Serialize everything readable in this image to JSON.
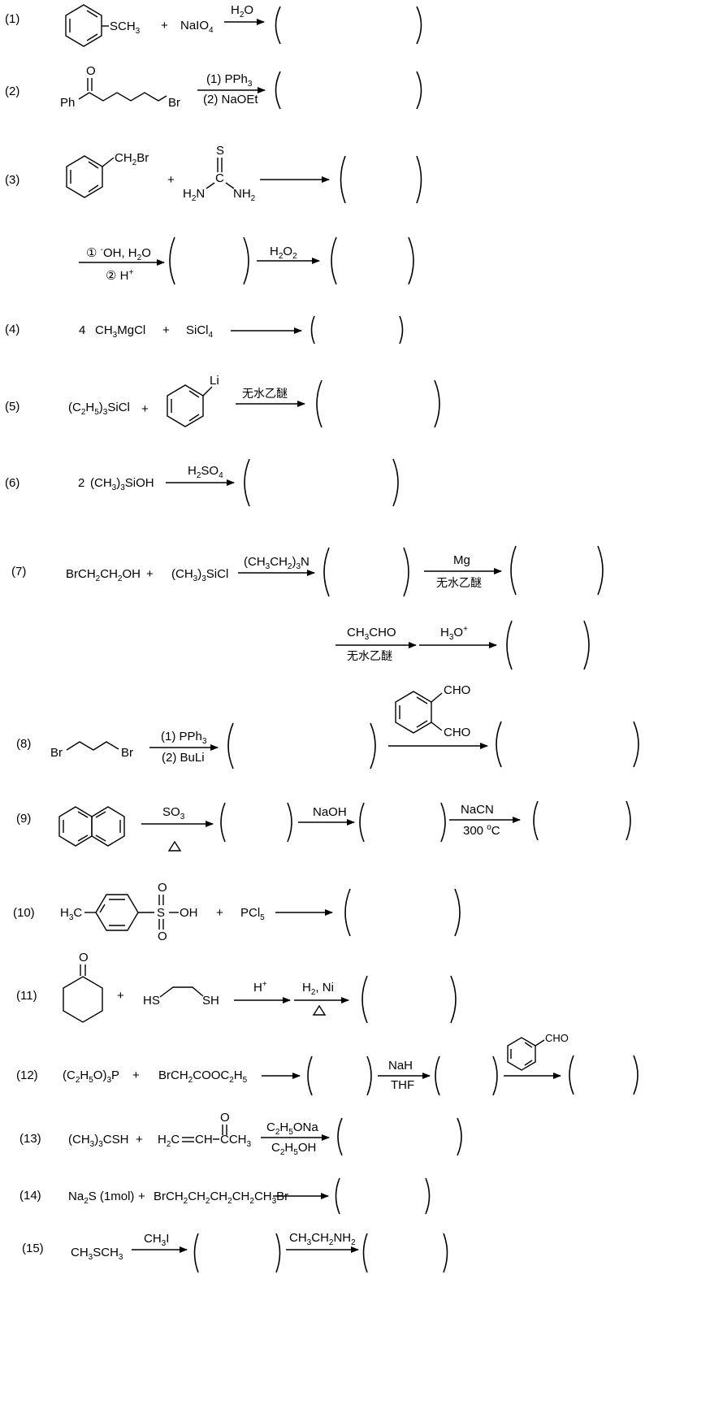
{
  "reactions": {
    "r1": {
      "num": "(1)",
      "sub": "SCH",
      "sub3": "3",
      "plus": "+",
      "reagent": "NaIO",
      "reagent_sub": "4",
      "cond": "H",
      "cond_sub": "2",
      "cond_tail": "O"
    },
    "r2": {
      "num": "(2)",
      "o": "O",
      "ph": "Ph",
      "br": "Br",
      "cond1": "(1) PPh",
      "cond1_sub": "3",
      "cond2": "(2) NaOEt"
    },
    "r3": {
      "num": "(3)",
      "ch2br_a": "CH",
      "ch2br_sub": "2",
      "ch2br_b": "Br",
      "plus": "+",
      "s": "S",
      "c": "C",
      "h2n_a": "H",
      "h2n_sub": "2",
      "h2n_b": "N",
      "nh2_a": "NH",
      "nh2_sub": "2",
      "cond1": "① ",
      "cond1_sup": "-",
      "cond1_b": "OH, H",
      "cond1_sub": "2",
      "cond1_c": "O",
      "cond2": "② H",
      "cond2_sup": "+",
      "cond3": "H",
      "cond3_sub1": "2",
      "cond3_mid": "O",
      "cond3_sub2": "2"
    },
    "r4": {
      "num": "(4)",
      "coef": "4",
      "reagent": "CH",
      "reagent_sub": "3",
      "reagent_tail": "MgCl",
      "plus": "+",
      "reagent2": "SiCl",
      "reagent2_sub": "4"
    },
    "r5": {
      "num": "(5)",
      "reagent_a": "(C",
      "reagent_sub1": "2",
      "reagent_b": "H",
      "reagent_sub2": "5",
      "reagent_c": ")",
      "reagent_sub3": "3",
      "reagent_d": "SiCl",
      "plus": "+",
      "li": "Li",
      "cond": "无水乙醚"
    },
    "r6": {
      "num": "(6)",
      "coef": "2",
      "reagent_a": "(CH",
      "reagent_sub1": "3",
      "reagent_b": ")",
      "reagent_sub2": "3",
      "reagent_c": "SiOH",
      "cond": "H",
      "cond_sub": "2",
      "cond_b": "SO",
      "cond_sub2": "4"
    },
    "r7": {
      "num": "(7)",
      "reagent1_a": "BrCH",
      "reagent1_sub1": "2",
      "reagent1_b": "CH",
      "reagent1_sub2": "2",
      "reagent1_c": "OH",
      "plus": "+",
      "reagent2_a": "(CH",
      "reagent2_sub1": "3",
      "reagent2_b": ")",
      "reagent2_sub2": "3",
      "reagent2_c": "SiCl",
      "cond1_a": "(CH",
      "cond1_sub1": "3",
      "cond1_b": "CH",
      "cond1_sub2": "2",
      "cond1_c": ")",
      "cond1_sub3": "3",
      "cond1_d": "N",
      "cond2": "Mg",
      "cond3": "无水乙醚",
      "cond4_a": "CH",
      "cond4_sub": "3",
      "cond4_b": "CHO",
      "cond5": "无水乙醚",
      "cond6_a": "H",
      "cond6_sub": "3",
      "cond6_b": "O",
      "cond6_sup": "+"
    },
    "r8": {
      "num": "(8)",
      "br1": "Br",
      "br2": "Br",
      "cond1": "(1) PPh",
      "cond1_sub": "3",
      "cond2": "(2) BuLi",
      "cho1": "CHO",
      "cho2": "CHO"
    },
    "r9": {
      "num": "(9)",
      "cond1_a": "SO",
      "cond1_sub": "3",
      "cond2": "NaOH",
      "cond3": "NaCN",
      "cond4": "300 ",
      "cond4_sup": "o",
      "cond4_b": "C"
    },
    "r10": {
      "num": "(10)",
      "h3c_a": "H",
      "h3c_sub": "3",
      "h3c_b": "C",
      "o1": "O",
      "o2": "O",
      "s": "S",
      "oh": "OH",
      "plus": "+",
      "reagent": "PCl",
      "reagent_sub": "5"
    },
    "r11": {
      "num": "(11)",
      "o": "O",
      "plus": "+",
      "hs": "HS",
      "sh": "SH",
      "cond1": "H",
      "cond1_sup": "+",
      "cond2_a": "H",
      "cond2_sub": "2",
      "cond2_b": ", Ni"
    },
    "r12": {
      "num": "(12)",
      "reagent1_a": "(C",
      "reagent1_sub1": "2",
      "reagent1_b": "H",
      "reagent1_sub2": "5",
      "reagent1_c": "O)",
      "reagent1_sub3": "3",
      "reagent1_d": "P",
      "plus": "+",
      "reagent2_a": "BrCH",
      "reagent2_sub1": "2",
      "reagent2_b": "COOC",
      "reagent2_sub2": "2",
      "reagent2_c": "H",
      "reagent2_sub3": "5",
      "cond1": "NaH",
      "cond2": "THF",
      "cho": "CHO"
    },
    "r13": {
      "num": "(13)",
      "reagent1_a": "(CH",
      "reagent1_sub1": "3",
      "reagent1_b": ")",
      "reagent1_sub2": "3",
      "reagent1_c": "CSH",
      "plus": "+",
      "o": "O",
      "h2c_a": "H",
      "h2c_sub": "2",
      "h2c_b": "C",
      "ch": "CH",
      "cch3_a": "CCH",
      "cch3_sub": "3",
      "cond1_a": "C",
      "cond1_sub1": "2",
      "cond1_b": "H",
      "cond1_sub2": "5",
      "cond1_c": "ONa",
      "cond2_a": "C",
      "cond2_sub1": "2",
      "cond2_b": "H",
      "cond2_sub2": "5",
      "cond2_c": "OH"
    },
    "r14": {
      "num": "(14)",
      "reagent1_a": "Na",
      "reagent1_sub": "2",
      "reagent1_b": "S (1mol)",
      "plus": "+",
      "reagent2_a": "BrCH",
      "reagent2_sub1": "2",
      "reagent2_b": "CH",
      "reagent2_sub2": "2",
      "reagent2_c": "CH",
      "reagent2_sub3": "2",
      "reagent2_d": "CH",
      "reagent2_sub4": "2",
      "reagent2_e": "CH",
      "reagent2_sub5": "3",
      "reagent2_f": "Br"
    },
    "r15": {
      "num": "(15)",
      "reagent_a": "CH",
      "reagent_sub1": "3",
      "reagent_b": "SCH",
      "reagent_sub2": "3",
      "cond1_a": "CH",
      "cond1_sub": "3",
      "cond1_b": "I",
      "cond2_a": "CH",
      "cond2_sub1": "3",
      "cond2_b": "CH",
      "cond2_sub2": "2",
      "cond2_c": "NH",
      "cond2_sub3": "2"
    }
  }
}
